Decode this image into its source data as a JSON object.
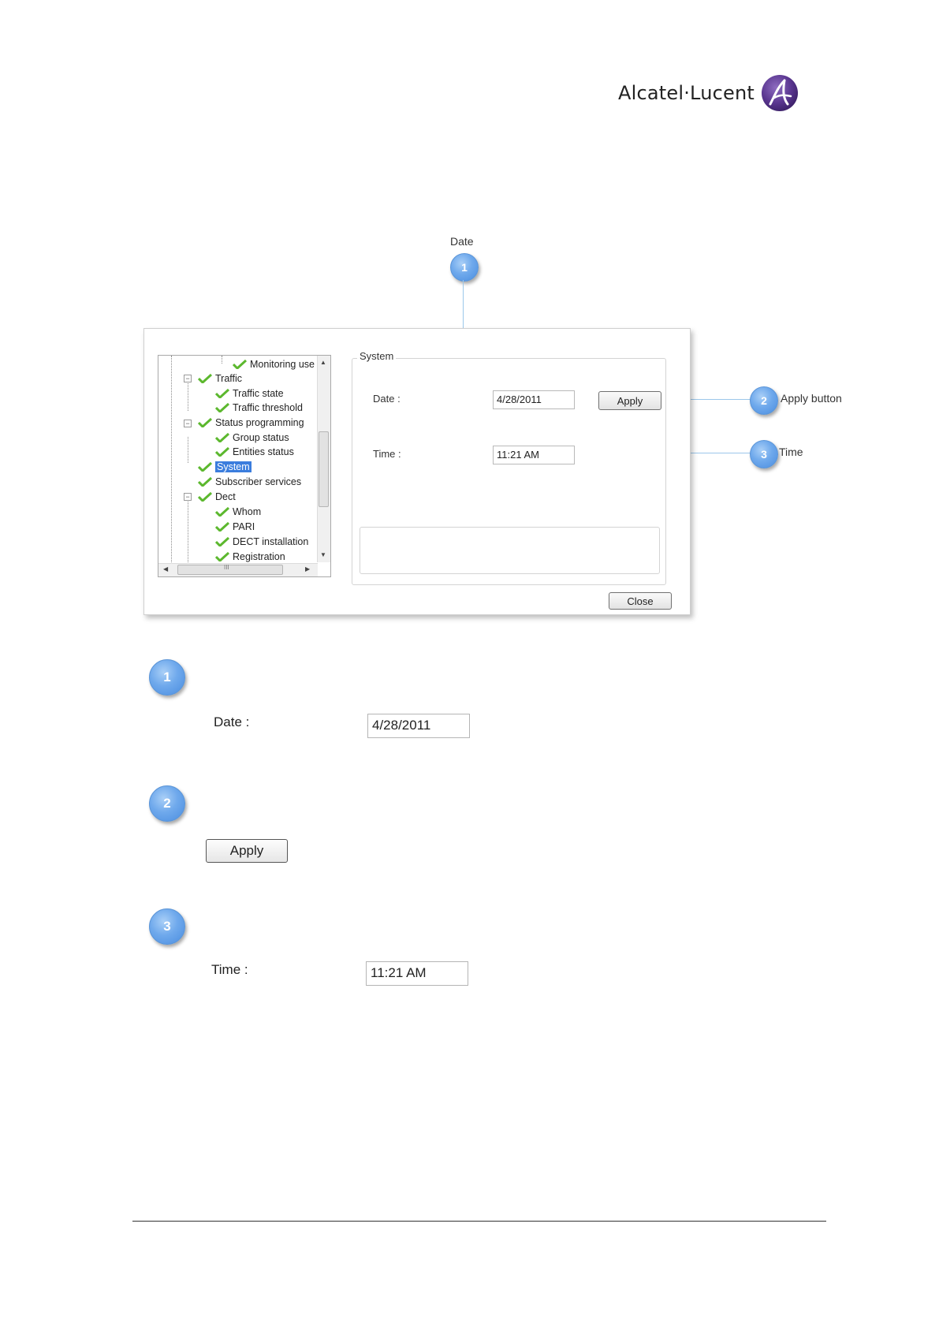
{
  "header": {
    "brand": "Alcatel·Lucent"
  },
  "callouts": [
    {
      "num": "1",
      "label": "Date"
    },
    {
      "num": "2",
      "label": "Apply button"
    },
    {
      "num": "3",
      "label": "Time"
    }
  ],
  "dialog": {
    "tree_items": [
      "Monitoring use",
      "Traffic",
      "Traffic state",
      "Traffic threshold",
      "Status programming",
      "Group status",
      "Entities status",
      "System",
      "Subscriber services",
      "Dect",
      "Whom",
      "PARI",
      "DECT installation",
      "Registration"
    ],
    "selected_item": "System",
    "group_title": "System",
    "date_label": "Date :",
    "date_value": "4/28/2011",
    "apply_label": "Apply",
    "time_label": "Time :",
    "time_value": "11:21 AM",
    "close_label": "Close",
    "hscroll_grip": "III"
  },
  "details": {
    "date": {
      "num": "1",
      "label": "Date :",
      "value": "4/28/2011"
    },
    "apply": {
      "num": "2",
      "label": "Apply"
    },
    "time": {
      "num": "3",
      "label": "Time :",
      "value": "11:21 AM"
    }
  },
  "colors": {
    "bubble": "#6fa9ec",
    "connector": "#9cc7ea",
    "check": "#5cb82e",
    "selection": "#3b7ddd",
    "logo": "#4b2a7a"
  }
}
